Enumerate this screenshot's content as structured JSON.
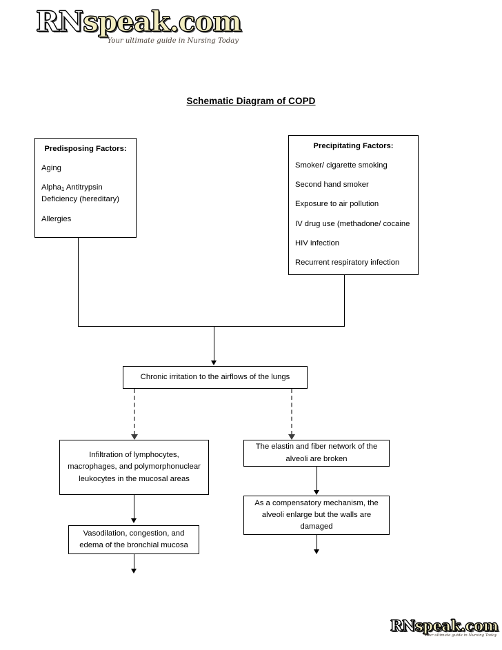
{
  "document": {
    "title": "Schematic Diagram of COPD"
  },
  "brand": {
    "name_part1": "RN",
    "name_part2": "speak.com",
    "tagline": "Your ultimate guide in Nursing Today",
    "colors": {
      "rn_fill": "#ffffff",
      "speak_fill": "#f2edc0",
      "outline": "#000000",
      "tagline": "#4a4038"
    }
  },
  "diagram": {
    "type": "flowchart",
    "colors": {
      "box_border": "#000000",
      "background": "#ffffff",
      "solid_connector": "#000000",
      "dashed_connector": "#7b7b7b"
    },
    "nodes": {
      "predisposing": {
        "heading": "Predisposing Factors:",
        "items": [
          "Aging",
          "Alpha₁ Antitrypsin Deficiency (hereditary)",
          "Allergies"
        ],
        "item_aging": "Aging",
        "item_alpha_pre": "Alpha",
        "item_alpha_sub": "1",
        "item_alpha_post": " Antitrypsin Deficiency (hereditary)",
        "item_allergies": "Allergies"
      },
      "precipitating": {
        "heading": "Precipitating Factors:",
        "items": [
          "Smoker/ cigarette smoking",
          "Second hand smoker",
          "Exposure to air pollution",
          "IV drug use (methadone/ cocaine",
          "HIV infection",
          "Recurrent respiratory infection"
        ]
      },
      "chronic_irritation": {
        "text": "Chronic irritation to the airflows of the lungs"
      },
      "infiltration": {
        "text": "Infiltration of lymphocytes, macrophages, and polymorphonuclear leukocytes in the mucosal areas"
      },
      "elastin_broken": {
        "text": "The elastin and fiber network of the alveoli are broken"
      },
      "vasodilation": {
        "text": "Vasodilation, congestion, and edema of the bronchial mucosa"
      },
      "compensatory": {
        "text": "As a compensatory mechanism, the alveoli enlarge but the walls are damaged"
      }
    }
  }
}
